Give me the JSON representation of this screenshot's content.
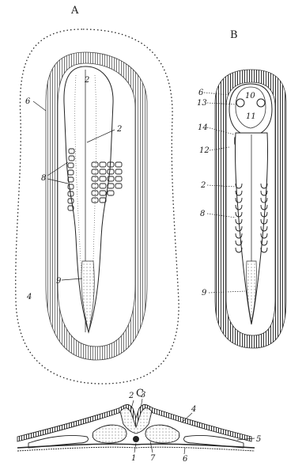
{
  "figures": {
    "a": {
      "letter": "A",
      "numbers": {
        "n2_top": "2",
        "n2": "2",
        "n6": "6",
        "n8": "8",
        "n9": "9",
        "n4": "4"
      }
    },
    "b": {
      "letter": "B",
      "numbers": {
        "n6": "6",
        "n13": "13",
        "n10": "10",
        "n14": "14",
        "n11": "11",
        "n12": "12",
        "n2": "2",
        "n8": "8",
        "n9": "9"
      }
    },
    "c": {
      "letter": "C",
      "numbers": {
        "n2": "2",
        "n3": "3",
        "n4": "4",
        "n5": "5",
        "n1": "1",
        "n7": "7",
        "n6": "6"
      }
    }
  },
  "colors": {
    "ink": "#1a1a1a",
    "hatch": "#555555",
    "paper": "#ffffff"
  }
}
